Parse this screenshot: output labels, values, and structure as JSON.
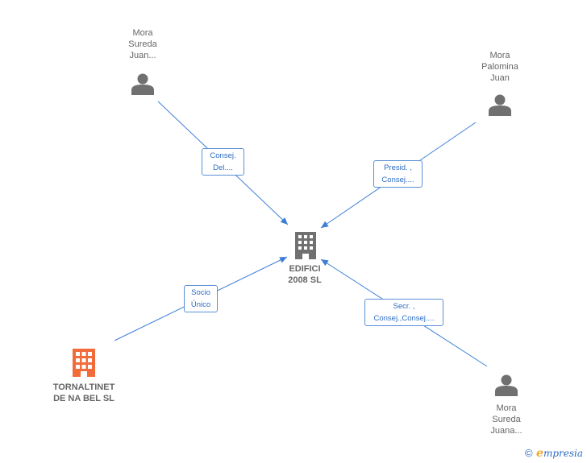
{
  "center": {
    "name_line1": "EDIFICI",
    "name_line2": "2008 SL"
  },
  "people": [
    {
      "lines": [
        "Mora",
        "Sureda",
        "Juan..."
      ]
    },
    {
      "lines": [
        "Mora",
        "Palomina",
        "Juan"
      ]
    },
    {
      "lines": [
        "Mora",
        "Sureda",
        "Juana..."
      ]
    }
  ],
  "company": {
    "name_line1": "TORNALTINET",
    "name_line2": "DE NA BEL SL"
  },
  "relations": [
    {
      "lines": [
        "Consej.",
        "Del...."
      ]
    },
    {
      "lines": [
        "Presid. ,",
        "Consej...."
      ]
    },
    {
      "lines": [
        "Socio",
        "Único"
      ]
    },
    {
      "lines": [
        "Secr. ,",
        "Consej.,Consej...."
      ]
    }
  ],
  "footer": {
    "copyright": "©",
    "brand_initial": "e",
    "brand_rest": "mpresia"
  },
  "colors": {
    "link": "#3d7fd6",
    "person_icon": "#707070",
    "center_icon": "#707070",
    "company_icon": "#f26b3a"
  }
}
